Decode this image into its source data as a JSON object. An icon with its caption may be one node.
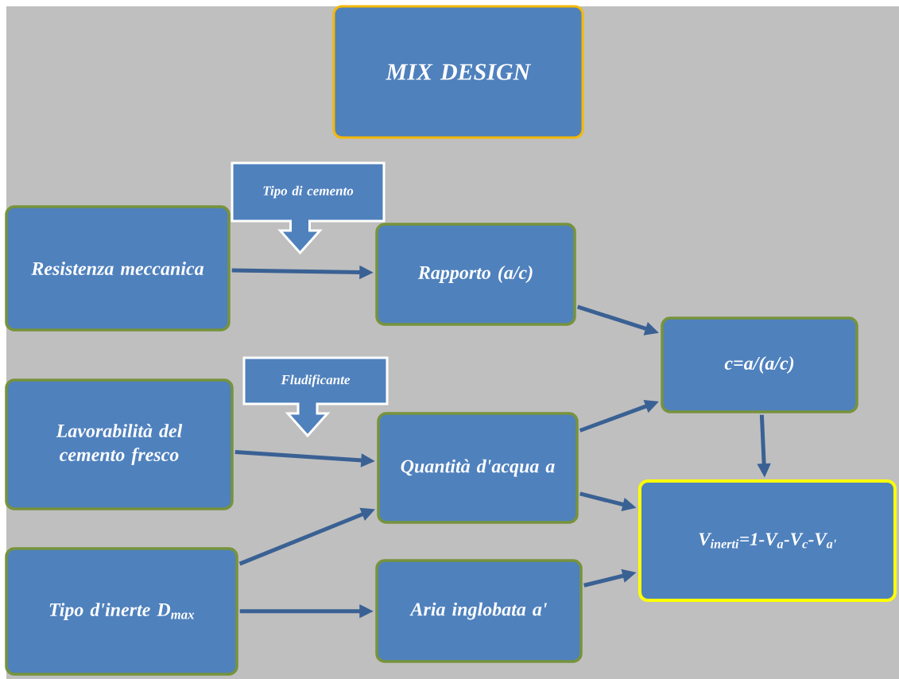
{
  "diagram": {
    "nodes": [
      {
        "text": [
          "MIX DESIGN"
        ]
      },
      {
        "text": [
          "Tipo di cemento"
        ]
      },
      {
        "text": [
          "Resistenza meccanica"
        ]
      },
      {
        "text": [
          "Rapporto (a/c)"
        ]
      },
      {
        "text": [
          "c=a/(a/c)"
        ]
      },
      {
        "text": [
          "Fludificante"
        ]
      },
      {
        "text": [
          "Lavorabilità del cemento fresco"
        ]
      },
      {
        "text": [
          "Quantità d'acqua a"
        ]
      },
      {
        "text": [
          "V$_{inerti}$=1-V$_{a}$-V$_{c}$-V$_{a'}$"
        ]
      },
      {
        "text": [
          "Tipo d'inerte D$_{max}$"
        ]
      },
      {
        "text": [
          "Aria inglobata a'"
        ]
      }
    ],
    "edges": [
      {
        "from": 2,
        "to": 3,
        "arrow": "to"
      },
      {
        "from": 3,
        "to": 4,
        "arrow": "to"
      },
      {
        "from": 7,
        "to": 4,
        "arrow": "to"
      },
      {
        "from": 4,
        "to": 8,
        "arrow": "to"
      },
      {
        "from": 6,
        "to": 7,
        "arrow": "to"
      },
      {
        "from": 7,
        "to": 8,
        "arrow": "to"
      },
      {
        "from": 9,
        "to": 7,
        "arrow": "to"
      },
      {
        "from": 9,
        "to": 10,
        "arrow": "to"
      },
      {
        "from": 10,
        "to": 8,
        "arrow": "to"
      }
    ]
  }
}
